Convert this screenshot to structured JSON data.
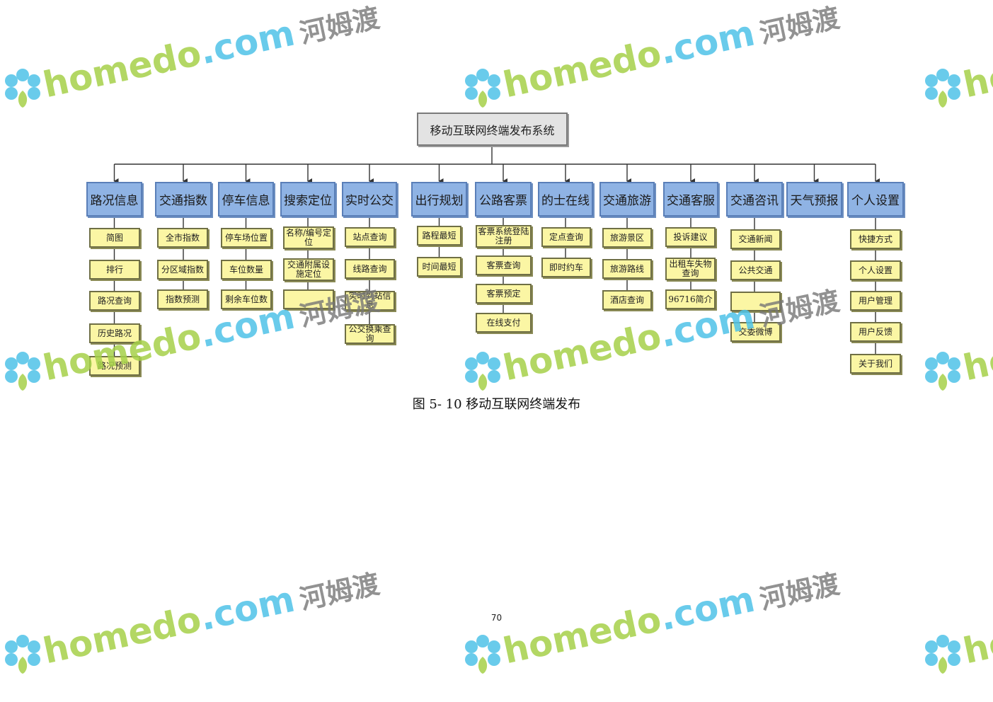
{
  "diagram": {
    "root": "移动互联网终端发布系统",
    "categories": [
      {
        "label": "路况信息",
        "items": [
          "简图",
          "排行",
          "路况查询",
          "历史路况",
          "路况预测"
        ]
      },
      {
        "label": "交通指数",
        "items": [
          "全市指数",
          "分区域指数",
          "指数预测"
        ]
      },
      {
        "label": "停车信息",
        "items": [
          "停车场位置",
          "车位数量",
          "剩余车位数"
        ]
      },
      {
        "label": "搜索定位",
        "items": [
          "名称/编号定位",
          "交通附属设施定位",
          ""
        ]
      },
      {
        "label": "实时公交",
        "items": [
          "站点查询",
          "线路查询",
          "实时到站信息",
          "公交换乘查询"
        ]
      },
      {
        "label": "出行规划",
        "items": [
          "路程最短",
          "时间最短"
        ]
      },
      {
        "label": "公路客票",
        "items": [
          "客票系统登陆注册",
          "客票查询",
          "客票预定",
          "在线支付"
        ]
      },
      {
        "label": "的士在线",
        "items": [
          "定点查询",
          "即时约车"
        ]
      },
      {
        "label": "交通旅游",
        "items": [
          "旅游景区",
          "旅游路线",
          "酒店查询"
        ]
      },
      {
        "label": "交通客服",
        "items": [
          "投诉建议",
          "出租车失物查询",
          "96716简介"
        ]
      },
      {
        "label": "交通咨讯",
        "items": [
          "交通新闻",
          "公共交通",
          "",
          "交委微博"
        ]
      },
      {
        "label": "天气预报",
        "items": []
      },
      {
        "label": "个人设置",
        "items": [
          "快捷方式",
          "个人设置",
          "用户管理",
          "用户反馈",
          "关于我们"
        ]
      }
    ]
  },
  "caption": "图 5- 10 移动互联网终端发布",
  "page_number": "70",
  "watermark": {
    "text_a": "home",
    "text_b": "do",
    "text_c": ".com",
    "text_cn": "河姆渡",
    "colors": {
      "green": "#a6d14a",
      "blue": "#4fc3e8"
    }
  }
}
